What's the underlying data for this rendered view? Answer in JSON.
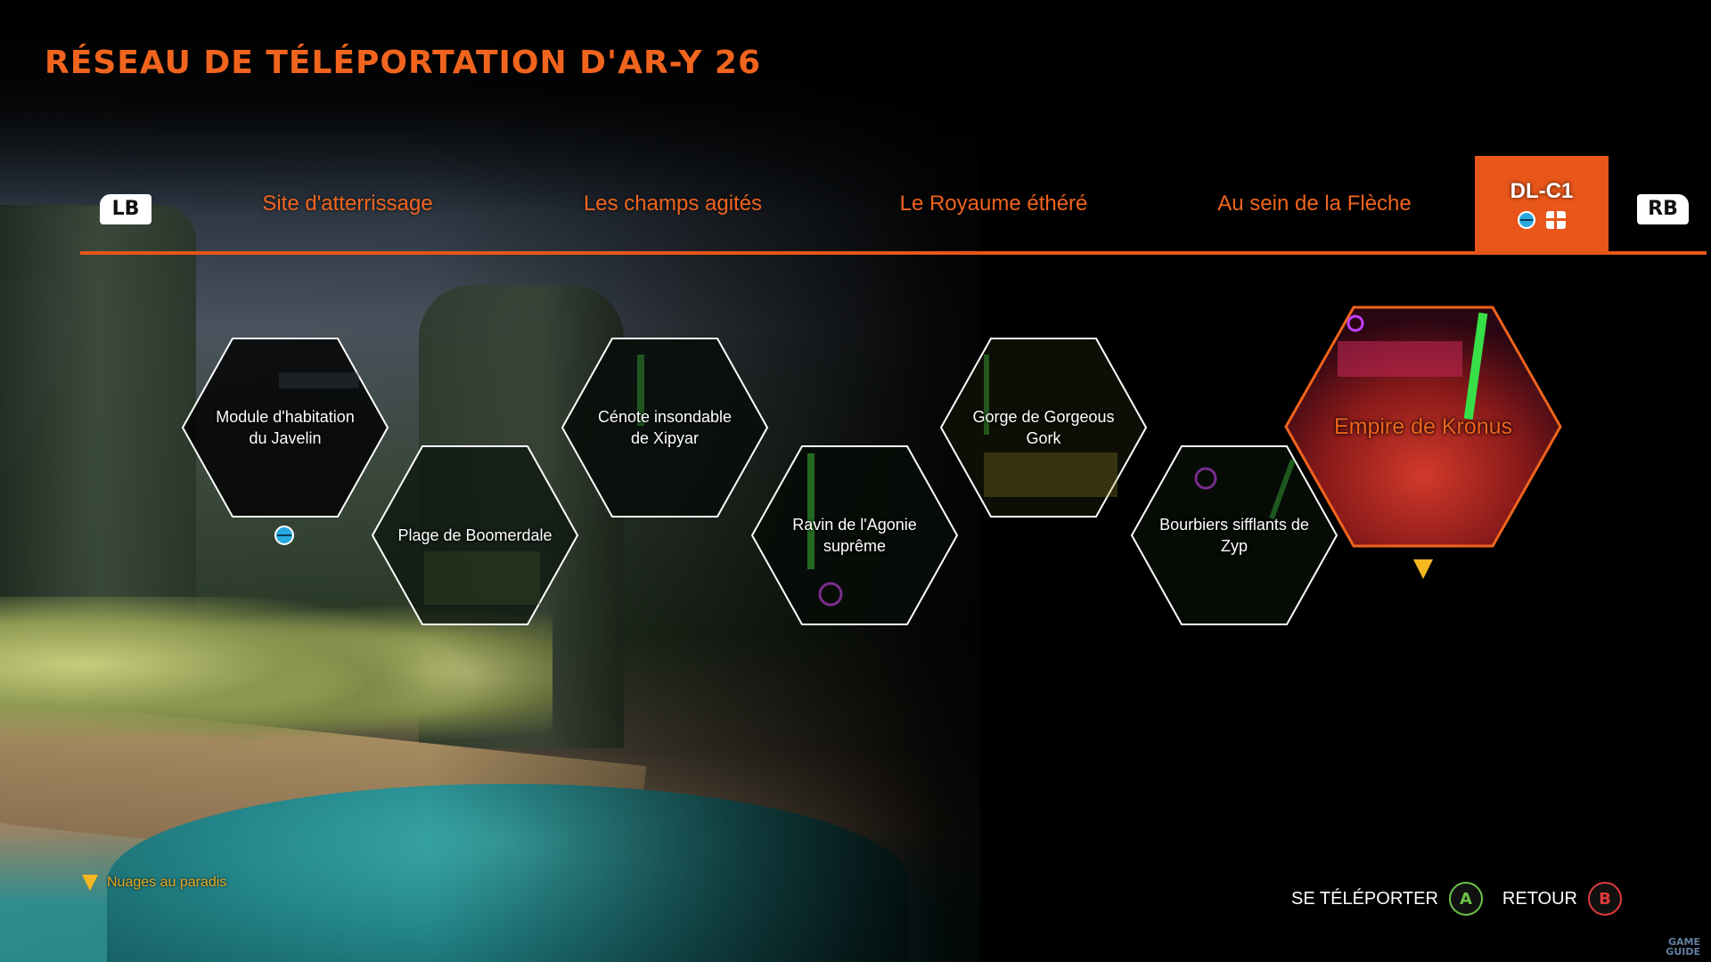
{
  "title": "RÉSEAU DE TÉLÉPORTATION D'AR-Y 26",
  "bumpers": {
    "left": "LB",
    "right": "RB"
  },
  "tabs": [
    {
      "label": "Site d'atterrissage",
      "active": false
    },
    {
      "label": "Les champs agités",
      "active": false
    },
    {
      "label": "Le Royaume éthéré",
      "active": false
    },
    {
      "label": "Au sein de la Flèche",
      "active": false
    },
    {
      "label": "DL-C1",
      "active": true,
      "icons": [
        "blue-bolt-icon",
        "chest-icon"
      ]
    }
  ],
  "locations": [
    {
      "label": "Module d'habitation du Javelin",
      "marker": "blue-bolt-icon"
    },
    {
      "label": "Plage de Boomerdale"
    },
    {
      "label": "Cénote insondable de Xipyar"
    },
    {
      "label": "Ravin de l'Agonie suprême"
    },
    {
      "label": "Gorge de Gorgeous Gork"
    },
    {
      "label": "Bourbiers sifflants de Zyp"
    },
    {
      "label": "Empire de Kronus",
      "selected": true,
      "marker": "gold-waypoint-icon"
    }
  ],
  "current_location": {
    "label": "Nuages au paradis",
    "icon": "gold-waypoint-icon"
  },
  "prompts": [
    {
      "label": "SE TÉLÉPORTER",
      "button": "A"
    },
    {
      "label": "RETOUR",
      "button": "B"
    }
  ],
  "colors": {
    "accent": "#e8561a",
    "gold": "#f5b820",
    "a_button": "#6cc24a",
    "b_button": "#e03a3a"
  }
}
